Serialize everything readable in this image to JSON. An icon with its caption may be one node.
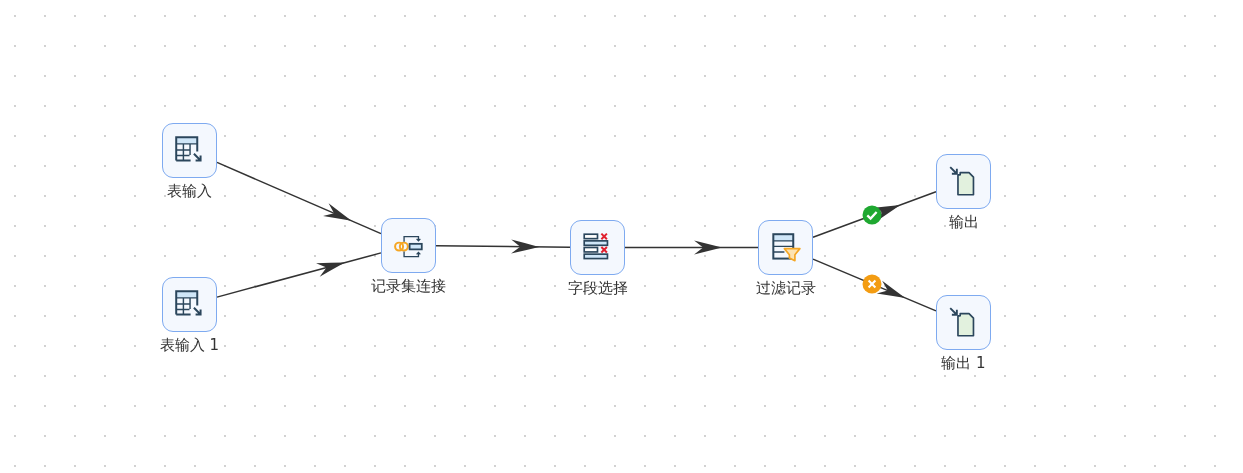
{
  "diagram": {
    "nodes": [
      {
        "text": [
          "表输入"
        ]
      },
      {
        "text": [
          "表输入 1"
        ]
      },
      {
        "text": [
          "记录集连接"
        ]
      },
      {
        "text": [
          "字段选择"
        ]
      },
      {
        "text": [
          "过滤记录"
        ]
      },
      {
        "text": [
          "输出"
        ]
      },
      {
        "text": [
          "输出 1"
        ]
      }
    ],
    "edges": [
      {
        "from": 0,
        "to": 2,
        "arrow": "to"
      },
      {
        "from": 1,
        "to": 2,
        "arrow": "to"
      },
      {
        "from": 2,
        "to": 3,
        "arrow": "to"
      },
      {
        "from": 3,
        "to": 4,
        "arrow": "to"
      },
      {
        "from": 4,
        "to": 5,
        "arrow": "to"
      },
      {
        "from": 4,
        "to": 6,
        "arrow": "to"
      }
    ]
  }
}
